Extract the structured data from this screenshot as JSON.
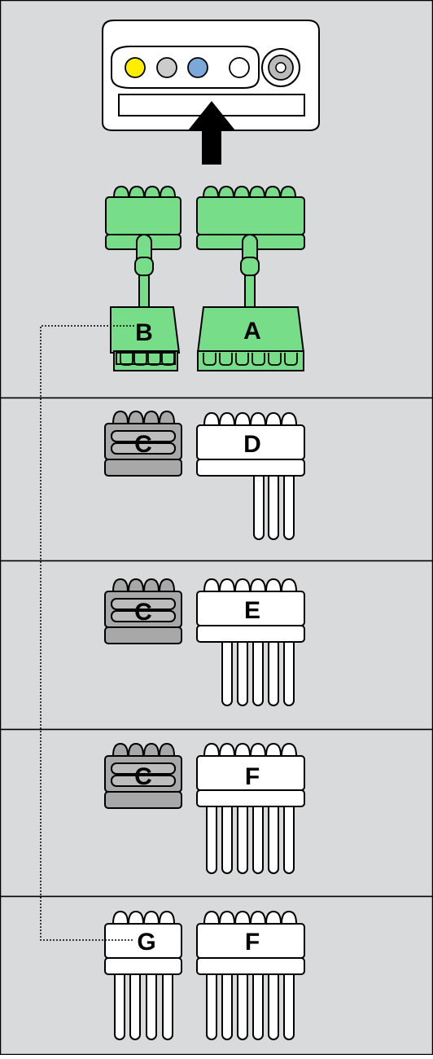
{
  "colors": {
    "panel_bg": "#d9dadc",
    "border": "#000000",
    "connector_green": "#77dd88",
    "connector_gray": "#a8a8a8",
    "connector_white": "#ffffff",
    "jack_yellow": "#ffee00",
    "jack_gray": "#cccccc",
    "jack_blue": "#7aa8d8",
    "jack_white": "#ffffff",
    "jack_dark": "#bbbbbb",
    "arrow": "#000000"
  },
  "device": {
    "jacks": [
      "yellow",
      "gray",
      "blue",
      "white",
      "dark-ring"
    ]
  },
  "sections": [
    {
      "name": "leadset-adapters",
      "items": [
        {
          "label": "B",
          "pins": 4,
          "color": "green"
        },
        {
          "label": "A",
          "pins": 6,
          "color": "green"
        }
      ]
    },
    {
      "name": "combo-d",
      "items": [
        {
          "label": "C",
          "pins": 4,
          "color": "gray"
        },
        {
          "label": "D",
          "pins": 6,
          "wires": 3,
          "color": "white"
        }
      ]
    },
    {
      "name": "combo-e",
      "items": [
        {
          "label": "C",
          "pins": 4,
          "color": "gray"
        },
        {
          "label": "E",
          "pins": 6,
          "wires": 5,
          "color": "white"
        }
      ]
    },
    {
      "name": "combo-f",
      "items": [
        {
          "label": "C",
          "pins": 4,
          "color": "gray"
        },
        {
          "label": "F",
          "pins": 6,
          "wires": 6,
          "color": "white"
        }
      ]
    },
    {
      "name": "combo-gf",
      "items": [
        {
          "label": "G",
          "pins": 4,
          "wires": 4,
          "color": "white"
        },
        {
          "label": "F",
          "pins": 6,
          "wires": 6,
          "color": "white"
        }
      ]
    }
  ]
}
